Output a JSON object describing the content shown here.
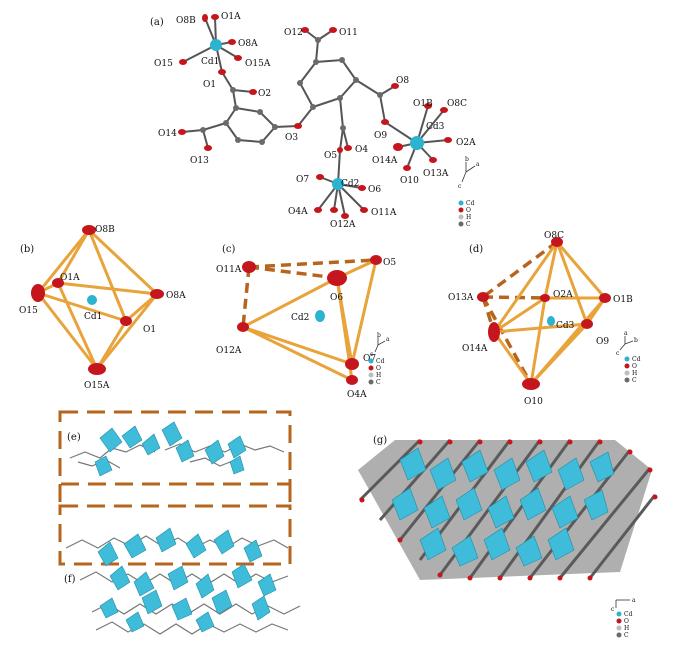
{
  "panels": {
    "a": {
      "tag": "(a)",
      "atoms": [
        "O8B",
        "O1A",
        "O8A",
        "O15",
        "Cd1",
        "O15A",
        "O1",
        "O2",
        "O12",
        "O11",
        "O8",
        "O14",
        "O13",
        "O3",
        "O5",
        "O4",
        "O9",
        "O1B",
        "O8C",
        "Cd3",
        "O2A",
        "O14A",
        "O13A",
        "O10",
        "O7",
        "Cd2",
        "O6",
        "O4A",
        "O12A",
        "O11A"
      ],
      "axes": [
        "b",
        "a",
        "c"
      ]
    },
    "b": {
      "tag": "(b)",
      "atoms": [
        "O8B",
        "O1A",
        "Cd1",
        "O8A",
        "O15",
        "O1",
        "O15A"
      ]
    },
    "c": {
      "tag": "(c)",
      "atoms": [
        "O11A",
        "O5",
        "O6",
        "Cd2",
        "O12A",
        "O7",
        "O4A"
      ],
      "axes": [
        "b",
        "a",
        "c"
      ]
    },
    "d": {
      "tag": "(d)",
      "atoms": [
        "O8C",
        "O13A",
        "O2A",
        "O1B",
        "Cd3",
        "O14A",
        "O9",
        "O10"
      ],
      "axes": [
        "a",
        "b",
        "c"
      ]
    },
    "e": {
      "tag": "(e)"
    },
    "f": {
      "tag": "(f)"
    },
    "g": {
      "tag": "(g)",
      "axes": [
        "a",
        "c"
      ]
    }
  },
  "legend": [
    "Cd",
    "O",
    "H",
    "C"
  ],
  "colors": {
    "cd": "#2bb3cf",
    "o": "#c4161c",
    "h": "#bdbdbd",
    "c": "#6a6a6a",
    "bond_orange": "#e8a33a",
    "dash_brown": "#b5651d",
    "poly": "#3fbcd9"
  }
}
